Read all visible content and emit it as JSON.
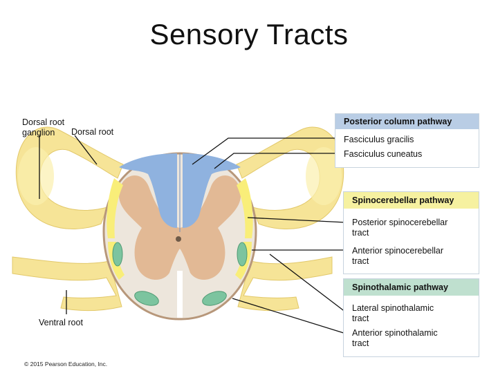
{
  "title": "Sensory Tracts",
  "labels": {
    "dorsal_root_ganglion": "Dorsal root\nganglion",
    "dorsal_root": "Dorsal root",
    "ventral_root": "Ventral root"
  },
  "panels": {
    "posterior": {
      "header": "Posterior column pathway",
      "header_color": "#b9cde5",
      "items": [
        "Fasciculus gracilis",
        "Fasciculus cuneatus"
      ]
    },
    "spinocerebellar": {
      "header": "Spinocerebellar pathway",
      "header_color": "#f6f1a0",
      "items": [
        "Posterior spinocerebellar\ntract",
        "Anterior spinocerebellar\ntract"
      ]
    },
    "spinothalamic": {
      "header": "Spinothalamic pathway",
      "header_color": "#bfe0cf",
      "items": [
        "Lateral spinothalamic\ntract",
        "Anterior spinothalamic\ntract"
      ]
    }
  },
  "copyright": "© 2015 Pearson Education, Inc.",
  "colors": {
    "white_matter": "#ede6dc",
    "gray_matter": "#e2b995",
    "posterior_column": "#8fb2df",
    "spinocerebellar": "#f9ee79",
    "spinothalamic": "#7cc49f",
    "roots": "#f6e497",
    "outline": "#b7977a"
  }
}
